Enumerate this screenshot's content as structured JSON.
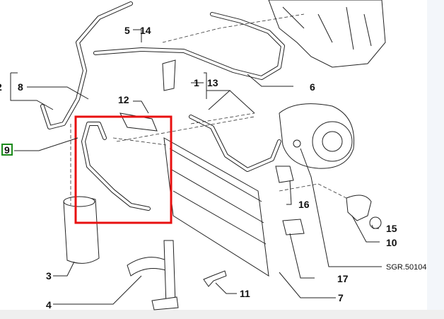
{
  "diagram": {
    "reference_code": "SGR.50104",
    "selected_part": "9",
    "highlight_color": "#e81010",
    "selected_badge_color": "#1a8a1a",
    "callouts": {
      "c1": "1",
      "c2": "2",
      "c3": "3",
      "c4": "4",
      "c5": "5",
      "c6": "6",
      "c7": "7",
      "c8": "8",
      "c9": "9",
      "c10": "10",
      "c11": "11",
      "c12": "12",
      "c13": "13",
      "c14": "14",
      "c15": "15",
      "c16": "16",
      "c17": "17"
    }
  }
}
